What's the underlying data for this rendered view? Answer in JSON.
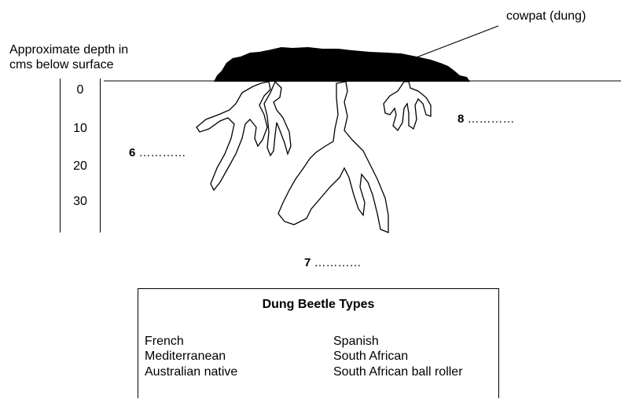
{
  "diagram": {
    "depth_title_line1": "Approximate depth in",
    "depth_title_line2": "cms below surface",
    "cowpat_label": "cowpat (dung)",
    "depth_scale": [
      "0",
      "10",
      "20",
      "30"
    ],
    "tunnel_labels": [
      {
        "number": "6",
        "dots": "…………"
      },
      {
        "number": "7",
        "dots": "…………"
      },
      {
        "number": "8",
        "dots": "…………"
      }
    ]
  },
  "legend": {
    "title": "Dung Beetle Types",
    "left_column": [
      "French",
      "Mediterranean",
      "Australian native"
    ],
    "right_column": [
      "Spanish",
      "South African",
      "South African ball roller"
    ]
  }
}
